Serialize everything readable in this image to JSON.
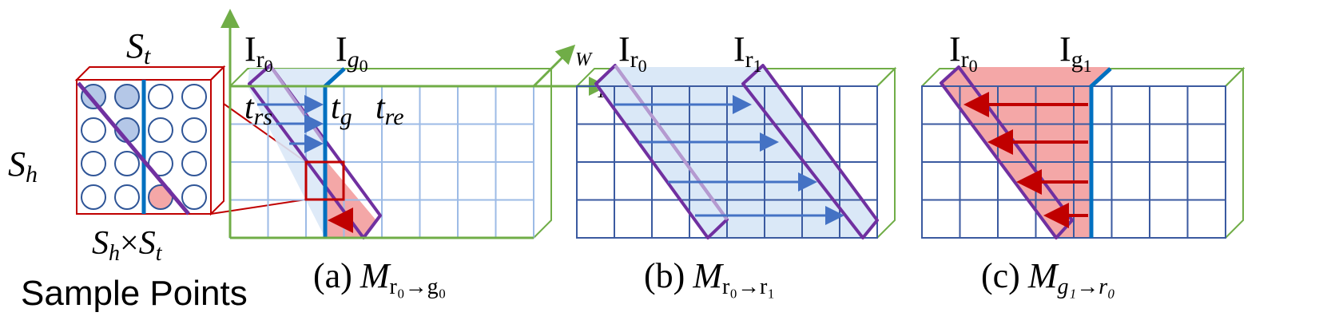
{
  "colors": {
    "green_axis": "#70ad47",
    "blue_grid": "#3b5aa0",
    "light_blue_grid": "#9dbbe6",
    "purple": "#7030a0",
    "blue_line": "#0070c0",
    "arrow_blue": "#4472c4",
    "arrow_red": "#c00000",
    "fill_blue": "#dae8f7",
    "fill_red": "#f4a7a7",
    "red_box": "#c00000",
    "circle_fill": "#b4c7e7"
  },
  "sample": {
    "top_label": {
      "main": "S",
      "sub": "t"
    },
    "side_label": {
      "main": "S",
      "sub": "h"
    },
    "bottom_label": {
      "a": "S",
      "a_sub": "h",
      "times": "×",
      "b": "S",
      "b_sub": "t"
    },
    "caption": "Sample Points"
  },
  "axes": {
    "w": "W",
    "t": "T"
  },
  "panel_a": {
    "label_left": {
      "main": "I",
      "sub": "r",
      "subsub": "0"
    },
    "label_right": {
      "main": "I",
      "sub": "g",
      "subsub": "0"
    },
    "t_rs": {
      "main": "t",
      "sub": "rs"
    },
    "t_g": {
      "main": "t",
      "sub": "g"
    },
    "t_re": {
      "main": "t",
      "sub": "re"
    },
    "caption_prefix": "(a)",
    "caption_main": "M",
    "caption_sub": "r₀→g₀"
  },
  "panel_b": {
    "label_left": {
      "main": "I",
      "sub": "r",
      "subsub": "0"
    },
    "label_right": {
      "main": "I",
      "sub": "r",
      "subsub": "1"
    },
    "caption_prefix": "(b)",
    "caption_main": "M",
    "caption_sub": "r₀→r₁"
  },
  "panel_c": {
    "label_left": {
      "main": "I",
      "sub": "r",
      "subsub": "0"
    },
    "label_right": {
      "main": "I",
      "sub": "g",
      "subsub": "1"
    },
    "caption_prefix": "(c)",
    "caption_main": "M",
    "caption_sub": "g₁→r₀"
  }
}
